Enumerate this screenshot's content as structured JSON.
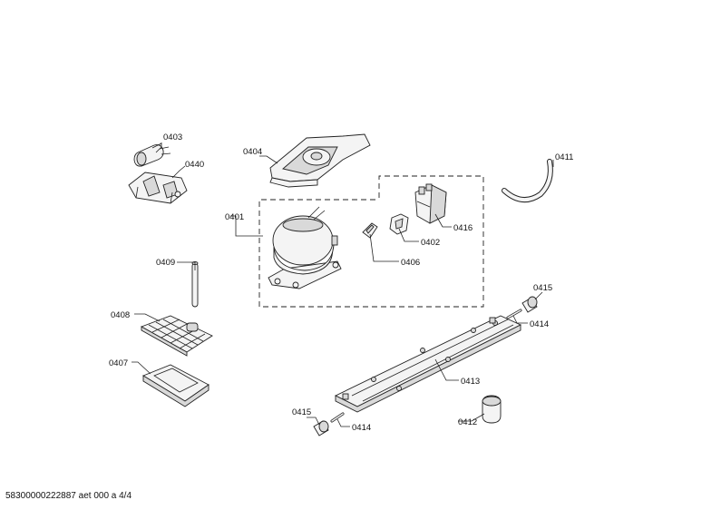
{
  "labels": {
    "p0403": "0403",
    "p0440": "0440",
    "p0404": "0404",
    "p0411": "0411",
    "p0401": "0401",
    "p0416": "0416",
    "p0402": "0402",
    "p0406": "0406",
    "p0409": "0409",
    "p0408": "0408",
    "p0407": "0407",
    "p0415a": "0415",
    "p0414a": "0414",
    "p0413": "0413",
    "p0412": "0412",
    "p0415b": "0415",
    "p0414b": "0414"
  },
  "footer": "58300000222887 aet 000 a 4/4"
}
